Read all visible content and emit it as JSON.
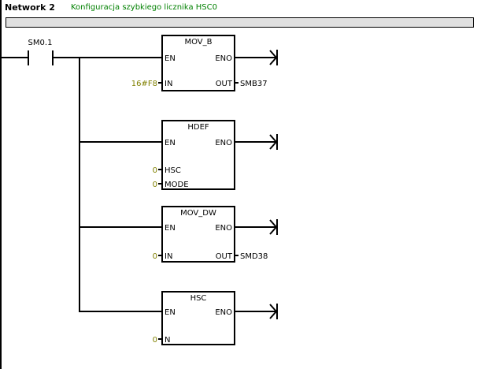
{
  "network": {
    "title": "Network 2",
    "comment": "Konfiguracja szybkiego licznika HSC0",
    "contact": {
      "address": "SM0.1",
      "type": "normally-open"
    },
    "colors": {
      "comment": "#008000",
      "constant": "#808000",
      "comment_bar": "#e0e0e0"
    },
    "boxes": [
      {
        "name": "MOV_B",
        "en": "EN",
        "eno": "ENO",
        "inputs": [
          {
            "pin": "IN",
            "value": "16#F8"
          }
        ],
        "outputs": [
          {
            "pin": "OUT",
            "value": "SMB37"
          }
        ]
      },
      {
        "name": "HDEF",
        "en": "EN",
        "eno": "ENO",
        "inputs": [
          {
            "pin": "HSC",
            "value": "0"
          },
          {
            "pin": "MODE",
            "value": "0"
          }
        ],
        "outputs": []
      },
      {
        "name": "MOV_DW",
        "en": "EN",
        "eno": "ENO",
        "inputs": [
          {
            "pin": "IN",
            "value": "0"
          }
        ],
        "outputs": [
          {
            "pin": "OUT",
            "value": "SMD38"
          }
        ]
      },
      {
        "name": "HSC",
        "en": "EN",
        "eno": "ENO",
        "inputs": [
          {
            "pin": "N",
            "value": "0"
          }
        ],
        "outputs": []
      }
    ]
  }
}
